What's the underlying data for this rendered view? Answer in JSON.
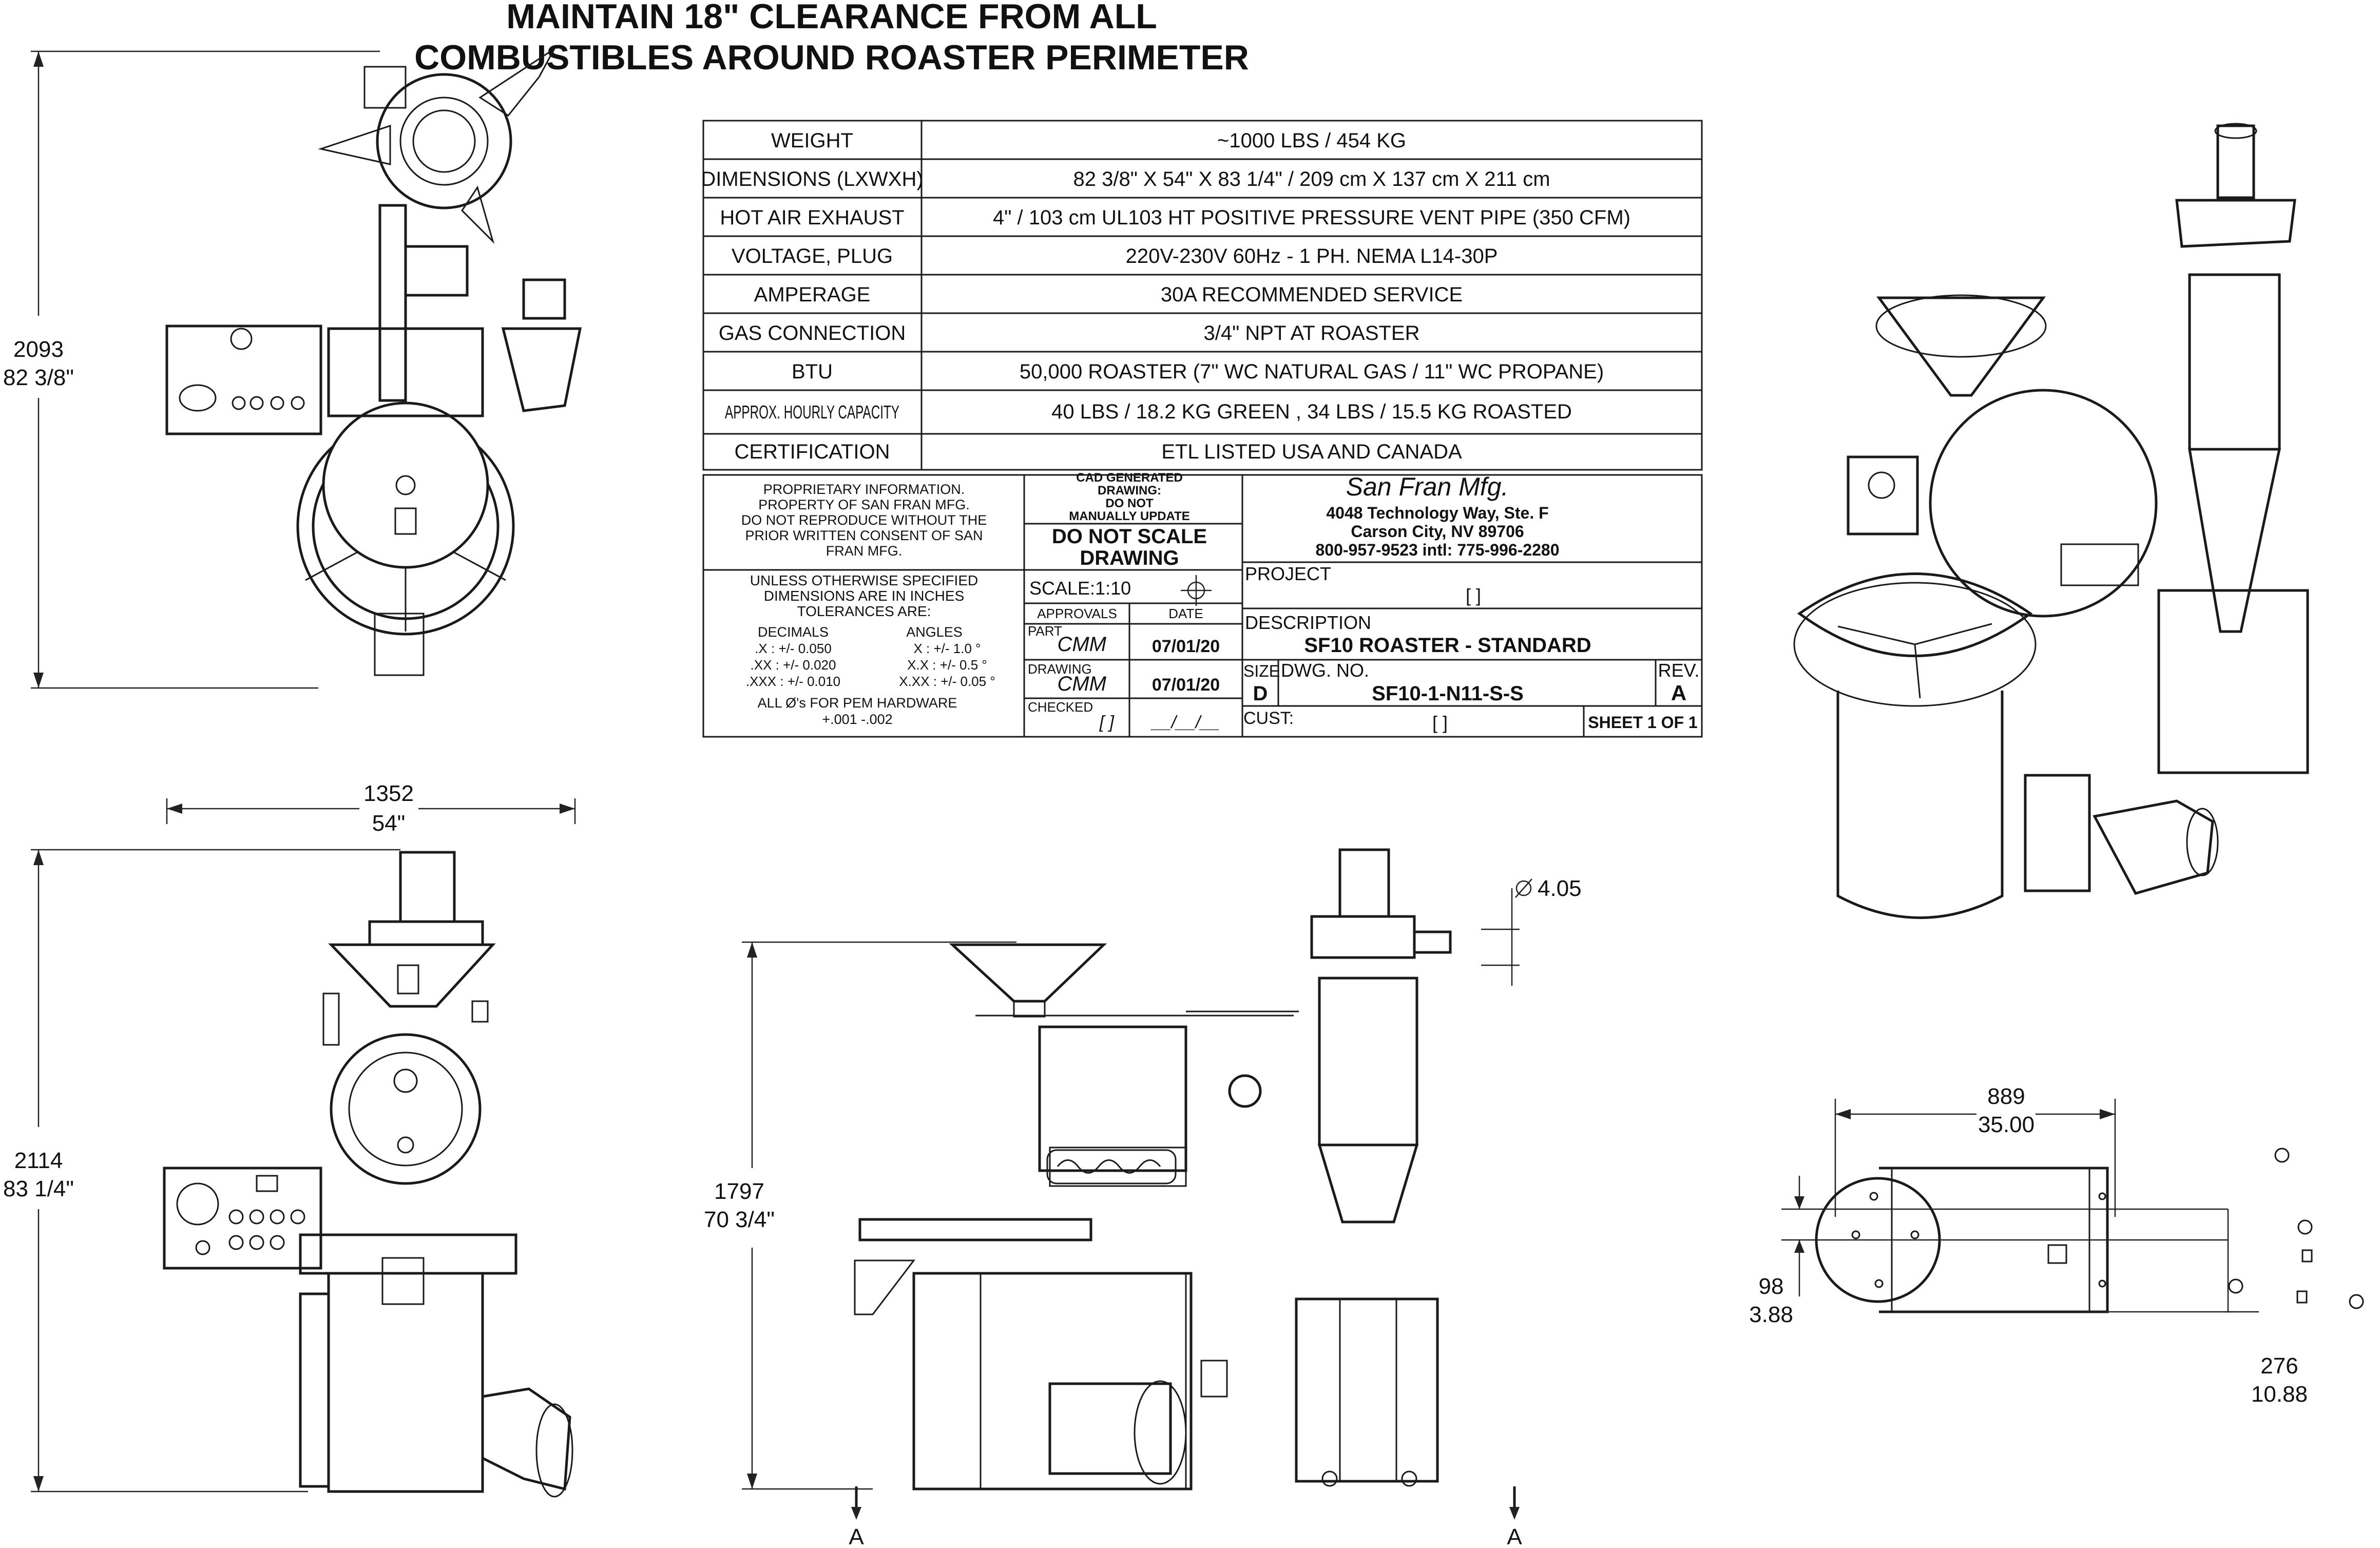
{
  "header": {
    "line1": "MAINTAIN 18\" CLEARANCE FROM ALL",
    "line2": "COMBUSTIBLES AROUND ROASTER PERIMETER"
  },
  "specs": [
    {
      "label": "WEIGHT",
      "value": "~1000 LBS / 454 KG"
    },
    {
      "label": "DIMENSIONS (LXWXH)",
      "value": "82 3/8\" X 54\" X 83 1/4\" / 209 cm X 137 cm X 211 cm"
    },
    {
      "label": "HOT AIR EXHAUST",
      "value": "4\" / 103 cm UL103 HT POSITIVE PRESSURE VENT PIPE (350 CFM)"
    },
    {
      "label": "VOLTAGE, PLUG",
      "value": "220V-230V 60Hz - 1 PH. NEMA L14-30P"
    },
    {
      "label": "AMPERAGE",
      "value": "30A RECOMMENDED SERVICE"
    },
    {
      "label": "GAS CONNECTION",
      "value": "3/4\" NPT AT ROASTER"
    },
    {
      "label": "BTU",
      "value": "50,000 ROASTER (7\" WC NATURAL GAS / 11\" WC PROPANE)"
    },
    {
      "label": "APPROX. HOURLY CAPACITY",
      "value": "40 LBS / 18.2 KG GREEN , 34 LBS / 15.5 KG ROASTED"
    },
    {
      "label": "CERTIFICATION",
      "value": "ETL LISTED USA AND CANADA"
    }
  ],
  "titleblock": {
    "proprietary": [
      "PROPRIETARY INFORMATION.",
      "PROPERTY OF SAN FRAN MFG.",
      "DO NOT REPRODUCE WITHOUT THE",
      "PRIOR WRITTEN CONSENT OF SAN",
      "FRAN MFG."
    ],
    "cad": [
      "CAD GENERATED",
      "DRAWING:",
      "DO NOT",
      "MANUALLY UPDATE"
    ],
    "do_not_scale": [
      "DO NOT SCALE",
      "DRAWING"
    ],
    "company": "San Fran Mfg.",
    "address1": "4048 Technology Way, Ste. F",
    "address2": "Carson City, NV 89706",
    "phone": "800-957-9523  intl: 775-996-2280",
    "tolerance_head": [
      "UNLESS  OTHERWISE  SPECIFIED",
      "DIMENSIONS ARE IN INCHES",
      "TOLERANCES ARE:"
    ],
    "decimals_label": "DECIMALS",
    "angles_label": "ANGLES",
    "tol_rows": [
      {
        "dec": ".X : +/-  0.050",
        "ang": "X  :  +/-  1.0  °"
      },
      {
        "dec": ".XX : +/-  0.020",
        "ang": "X.X : +/-  0.5  °"
      },
      {
        "dec": ".XXX : +/-  0.010",
        "ang": "X.XX : +/- 0.05  °"
      }
    ],
    "pem": [
      "ALL Ø's FOR PEM HARDWARE",
      "+.001  -.002"
    ],
    "scale": "SCALE:1:10",
    "approvals": "APPROVALS",
    "date": "DATE",
    "part": "PART",
    "part_initials": "CMM",
    "part_date": "07/01/20",
    "drawing": "DRAWING",
    "drawing_initials": "CMM",
    "drawing_date": "07/01/20",
    "checked": "CHECKED",
    "checked_initials": "[  ]",
    "checked_date": "__/__/__",
    "project_label": "PROJECT",
    "project_value": "[ ]",
    "description_label": "DESCRIPTION",
    "description_value": "SF10 ROASTER - STANDARD",
    "size_label": "SIZE",
    "size_value": "D",
    "dwg_label": "DWG.  NO.",
    "dwg_value": "SF10-1-N11-S-S",
    "rev_label": "REV.",
    "rev_value": "A",
    "cust_label": "CUST:",
    "cust_value": "[ ]",
    "sheet": "SHEET 1 OF 1"
  },
  "dimensions": {
    "top_height_mm": "2093",
    "top_height_in": "82 3/8\"",
    "front_width_mm": "1352",
    "front_width_in": "54\"",
    "front_height_mm": "2114",
    "front_height_in": "83 1/4\"",
    "side_height_mm": "1797",
    "side_height_in": "70 3/4\"",
    "pipe_dia": "4.05",
    "section_a": "A",
    "footprint_length_mm": "889",
    "footprint_length_in": "35.00",
    "footprint_offset_mm": "98",
    "footprint_offset_in": "3.88",
    "footprint_depth_mm": "276",
    "footprint_depth_in": "10.88"
  },
  "icons": [
    "diameter-icon",
    "section-arrow-icon",
    "brand-logo-icon"
  ]
}
